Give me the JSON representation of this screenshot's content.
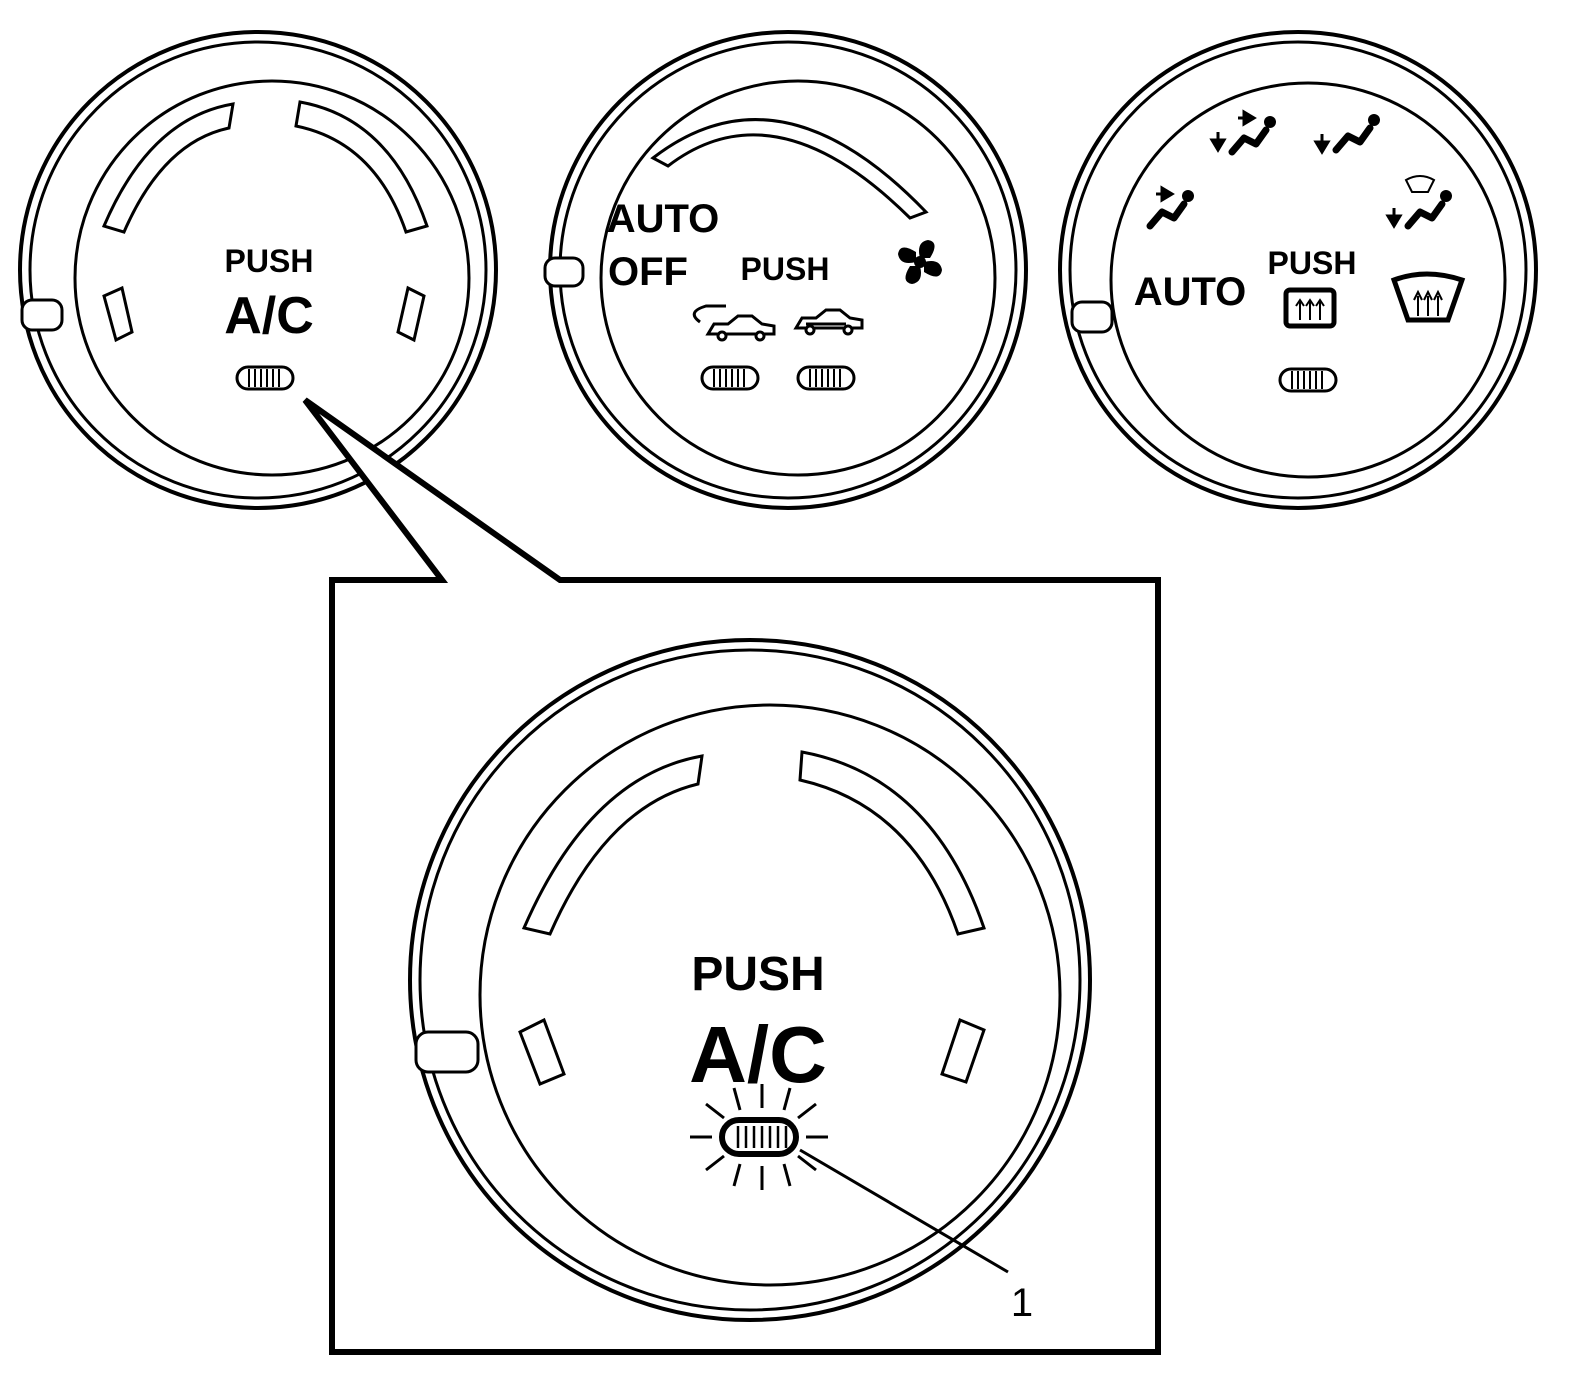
{
  "knobs": {
    "ac": {
      "push_label": "PUSH",
      "main_label": "A/C"
    },
    "fan": {
      "mode_label_auto": "AUTO",
      "mode_label_off": "OFF",
      "push_label": "PUSH",
      "icons": [
        "fresh-air-icon",
        "recirculate-air-icon",
        "fan-icon"
      ]
    },
    "mode": {
      "auto_label": "AUTO",
      "push_label": "PUSH",
      "icons": [
        "face-vent-icon",
        "bi-level-vent-icon",
        "foot-vent-icon",
        "defrost-foot-icon",
        "rear-defrost-icon",
        "windshield-defrost-icon"
      ]
    }
  },
  "callout": {
    "push_label": "PUSH",
    "main_label": "A/C",
    "indicator_state": "lit",
    "callout_number": "1"
  },
  "colors": {
    "ink": "#000000",
    "paper": "#ffffff"
  }
}
